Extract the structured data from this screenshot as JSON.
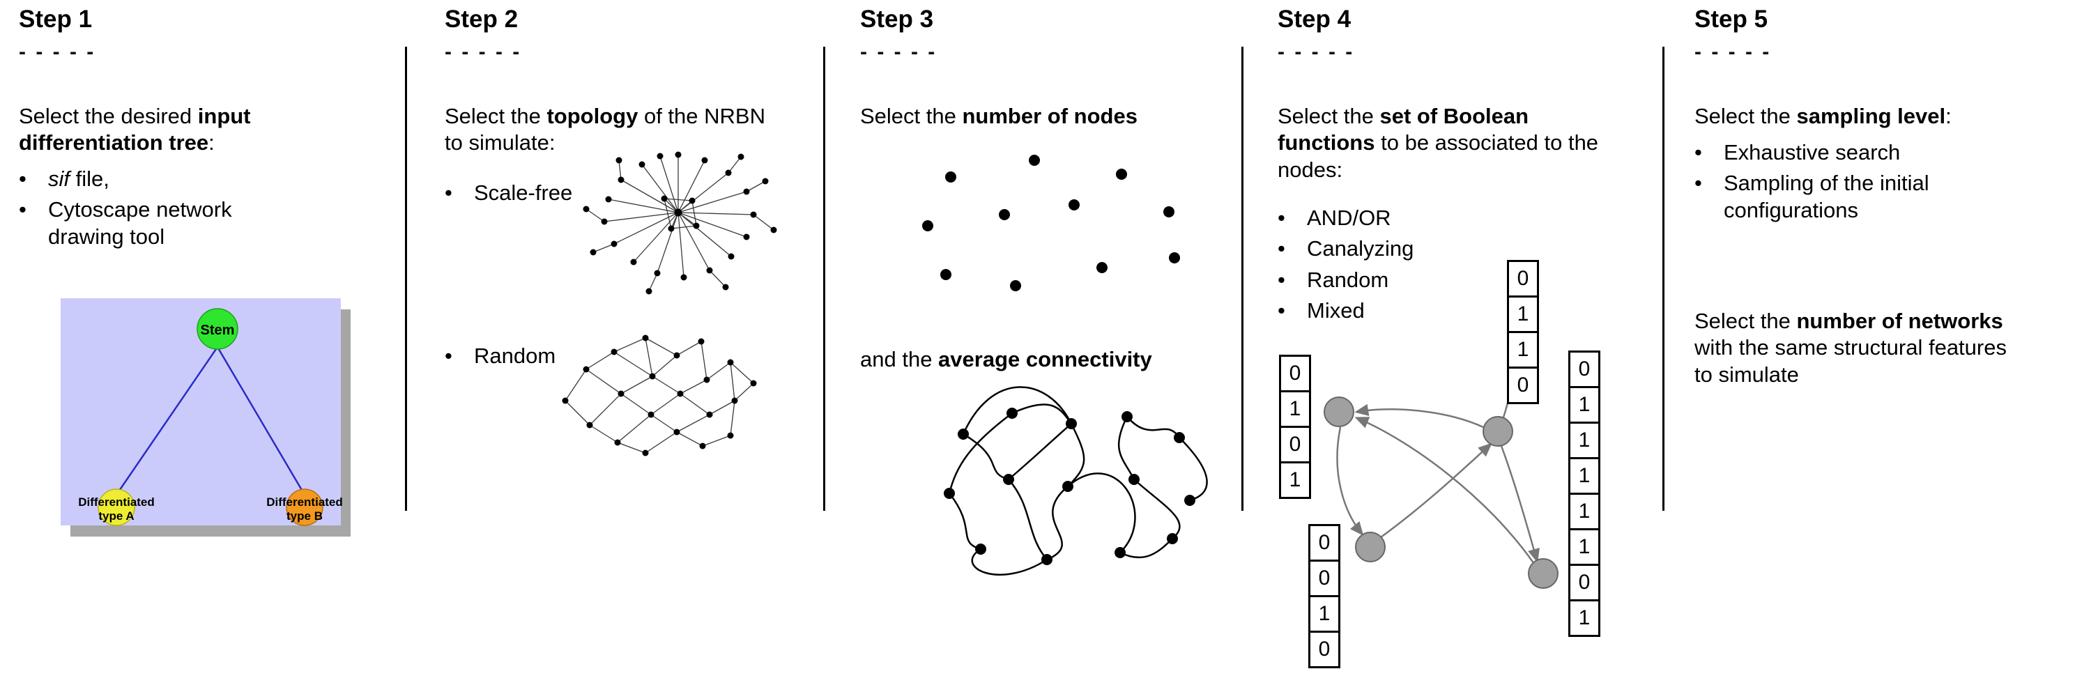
{
  "ui": {
    "bullet": "•"
  },
  "step1": {
    "title": "Step 1",
    "dashes": "- - - - -",
    "intro_pre": "Select the desired ",
    "intro_bold": "input differentiation tree",
    "intro_post": ":",
    "bullet1_italic": "sif",
    "bullet1_rest": " file,",
    "bullet2": "Cytoscape network drawing tool",
    "tree": {
      "stem_label": "Stem",
      "type_a_line1": "Differentiated",
      "type_a_line2": "type A",
      "type_b_line1": "Differentiated",
      "type_b_line2": "type B",
      "colors": {
        "background": "#cbcbfb",
        "shadow": "#a6a6a6",
        "stem": "#2ee62e",
        "type_a": "#efed33",
        "type_b": "#f2991f",
        "edge": "#2a2ac8"
      }
    }
  },
  "step2": {
    "title": "Step 2",
    "dashes": "- - - - -",
    "intro_pre": "Select the ",
    "intro_bold": "topology",
    "intro_post": " of the NRBN to simulate:",
    "bullet1": "Scale-free",
    "bullet2": "Random"
  },
  "step3": {
    "title": "Step 3",
    "dashes": "- - - - -",
    "intro_pre": "Select the ",
    "intro_bold": "number of nodes",
    "second_pre": "and the ",
    "second_bold": "average connectivity"
  },
  "step4": {
    "title": "Step 4",
    "dashes": "- - - - -",
    "intro_pre": "Select the ",
    "intro_bold": "set of Boolean functions",
    "intro_post": " to be associated to the nodes:",
    "bullets": [
      "AND/OR",
      "Canalyzing",
      "Random",
      "Mixed"
    ],
    "tables": {
      "left": [
        "0",
        "1",
        "0",
        "1"
      ],
      "top": [
        "0",
        "1",
        "1",
        "0"
      ],
      "bottom_left": [
        "0",
        "0",
        "1",
        "0"
      ],
      "right": [
        "0",
        "1",
        "1",
        "1",
        "1",
        "1",
        "0",
        "1"
      ]
    }
  },
  "step5": {
    "title": "Step 5",
    "dashes": "- - - - -",
    "intro_pre": "Select the ",
    "intro_bold": "sampling level",
    "intro_post": ":",
    "bullets": [
      "Exhaustive search",
      "Sampling of the initial configurations"
    ],
    "second_pre": "Select the ",
    "second_bold": "number of networks",
    "second_post": " with the same structural features to simulate"
  }
}
